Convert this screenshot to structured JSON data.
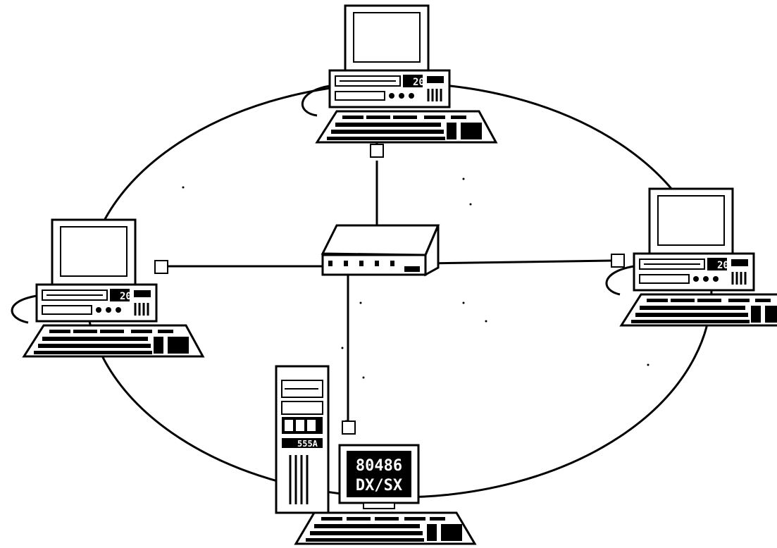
{
  "diagram": {
    "type": "network-topology",
    "ring": true,
    "hub_present": true,
    "nodes": [
      {
        "id": "top",
        "kind": "desktop-pc",
        "display": "20"
      },
      {
        "id": "left",
        "kind": "desktop-pc",
        "display": "20"
      },
      {
        "id": "right",
        "kind": "desktop-pc",
        "display": "20"
      },
      {
        "id": "bottom",
        "kind": "tower-pc",
        "display": ""
      }
    ],
    "hub": {
      "id": "hub",
      "kind": "network-hub"
    },
    "monitor_text": {
      "line1": "80486",
      "line2": "DX/SX"
    },
    "tower_panel_text": "555A",
    "colors": {
      "ink": "#000000",
      "paper": "#ffffff"
    }
  }
}
